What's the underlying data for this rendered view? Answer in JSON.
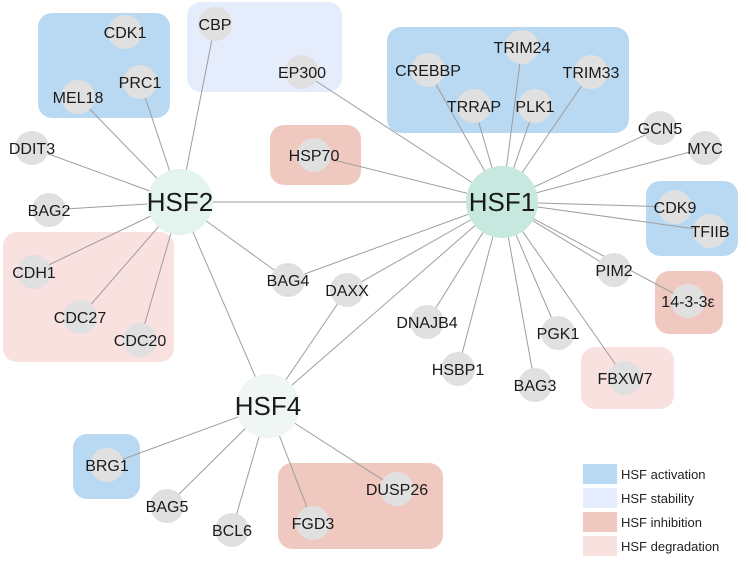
{
  "colors": {
    "activation": "#b9d9f2",
    "stability": "#e5ecfb",
    "inhibition": "#efc9c0",
    "degradation": "#f8e1de",
    "hub_hsf1": "#c6e8de",
    "hub_hsf2": "#e3f3ee",
    "hub_hsf4": "#eff6f3",
    "node": "#e0e0e0",
    "edge": "#9e9e9e"
  },
  "hubs": [
    {
      "id": "HSF1",
      "label": "HSF1"
    },
    {
      "id": "HSF2",
      "label": "HSF2"
    },
    {
      "id": "HSF4",
      "label": "HSF4"
    }
  ],
  "nodes": [
    {
      "id": "CDK1",
      "label": "CDK1"
    },
    {
      "id": "PRC1",
      "label": "PRC1"
    },
    {
      "id": "MEL18",
      "label": "MEL18"
    },
    {
      "id": "CBP",
      "label": "CBP"
    },
    {
      "id": "EP300",
      "label": "EP300"
    },
    {
      "id": "CREBBP",
      "label": "CREBBP"
    },
    {
      "id": "TRIM24",
      "label": "TRIM24"
    },
    {
      "id": "TRIM33",
      "label": "TRIM33"
    },
    {
      "id": "TRRAP",
      "label": "TRRAP"
    },
    {
      "id": "PLK1",
      "label": "PLK1"
    },
    {
      "id": "DDIT3",
      "label": "DDIT3"
    },
    {
      "id": "HSP70",
      "label": "HSP70"
    },
    {
      "id": "GCN5",
      "label": "GCN5"
    },
    {
      "id": "MYC",
      "label": "MYC"
    },
    {
      "id": "BAG2",
      "label": "BAG2"
    },
    {
      "id": "CDK9",
      "label": "CDK9"
    },
    {
      "id": "TFIIB",
      "label": "TFIIB"
    },
    {
      "id": "CDH1",
      "label": "CDH1"
    },
    {
      "id": "BAG4",
      "label": "BAG4"
    },
    {
      "id": "DAXX",
      "label": "DAXX"
    },
    {
      "id": "PIM2",
      "label": "PIM2"
    },
    {
      "id": "1433E",
      "label": "14-3-3ε"
    },
    {
      "id": "CDC27",
      "label": "CDC27"
    },
    {
      "id": "CDC20",
      "label": "CDC20"
    },
    {
      "id": "DNAJB4",
      "label": "DNAJB4"
    },
    {
      "id": "PGK1",
      "label": "PGK1"
    },
    {
      "id": "HSBP1",
      "label": "HSBP1"
    },
    {
      "id": "BAG3",
      "label": "BAG3"
    },
    {
      "id": "FBXW7",
      "label": "FBXW7"
    },
    {
      "id": "BRG1",
      "label": "BRG1"
    },
    {
      "id": "DUSP26",
      "label": "DUSP26"
    },
    {
      "id": "BAG5",
      "label": "BAG5"
    },
    {
      "id": "FGD3",
      "label": "FGD3"
    },
    {
      "id": "BCL6",
      "label": "BCL6"
    }
  ],
  "groups": [
    {
      "id": "hsf2-activation",
      "category": "activation"
    },
    {
      "id": "hsf2-stability",
      "category": "stability"
    },
    {
      "id": "hsf1-activation-top",
      "category": "activation"
    },
    {
      "id": "hsp70-inhibition",
      "category": "inhibition"
    },
    {
      "id": "cdk9-activation",
      "category": "activation"
    },
    {
      "id": "hsf2-degradation",
      "category": "degradation"
    },
    {
      "id": "1433e-inhibition",
      "category": "inhibition"
    },
    {
      "id": "fbxw7-degradation",
      "category": "degradation"
    },
    {
      "id": "brg1-activation",
      "category": "activation"
    },
    {
      "id": "hsf4-inhibition",
      "category": "inhibition"
    }
  ],
  "edges": [
    [
      "HSF2",
      "MEL18"
    ],
    [
      "HSF2",
      "PRC1"
    ],
    [
      "HSF2",
      "CBP"
    ],
    [
      "HSF2",
      "DDIT3"
    ],
    [
      "HSF2",
      "BAG2"
    ],
    [
      "HSF2",
      "HSF1"
    ],
    [
      "HSF2",
      "HSF4"
    ],
    [
      "HSF2",
      "CDH1"
    ],
    [
      "HSF2",
      "CDC27"
    ],
    [
      "HSF2",
      "CDC20"
    ],
    [
      "HSF2",
      "BAG4"
    ],
    [
      "HSF1",
      "EP300"
    ],
    [
      "HSF1",
      "HSP70"
    ],
    [
      "HSF1",
      "CREBBP"
    ],
    [
      "HSF1",
      "TRRAP"
    ],
    [
      "HSF1",
      "TRIM24"
    ],
    [
      "HSF1",
      "PLK1"
    ],
    [
      "HSF1",
      "TRIM33"
    ],
    [
      "HSF1",
      "GCN5"
    ],
    [
      "HSF1",
      "MYC"
    ],
    [
      "HSF1",
      "CDK9"
    ],
    [
      "HSF1",
      "TFIIB"
    ],
    [
      "HSF1",
      "1433E"
    ],
    [
      "HSF1",
      "PIM2"
    ],
    [
      "HSF1",
      "FBXW7"
    ],
    [
      "HSF1",
      "PGK1"
    ],
    [
      "HSF1",
      "BAG3"
    ],
    [
      "HSF1",
      "HSBP1"
    ],
    [
      "HSF1",
      "DNAJB4"
    ],
    [
      "HSF1",
      "DAXX"
    ],
    [
      "HSF1",
      "BAG4"
    ],
    [
      "HSF4",
      "DAXX"
    ],
    [
      "HSF4",
      "HSF1"
    ],
    [
      "HSF4",
      "BRG1"
    ],
    [
      "HSF4",
      "BAG5"
    ],
    [
      "HSF4",
      "BCL6"
    ],
    [
      "HSF4",
      "FGD3"
    ],
    [
      "HSF4",
      "DUSP26"
    ]
  ],
  "legend": [
    {
      "label": "HSF activation",
      "category": "activation"
    },
    {
      "label": "HSF stability",
      "category": "stability"
    },
    {
      "label": "HSF inhibition",
      "category": "inhibition"
    },
    {
      "label": "HSF degradation",
      "category": "degradation"
    }
  ]
}
